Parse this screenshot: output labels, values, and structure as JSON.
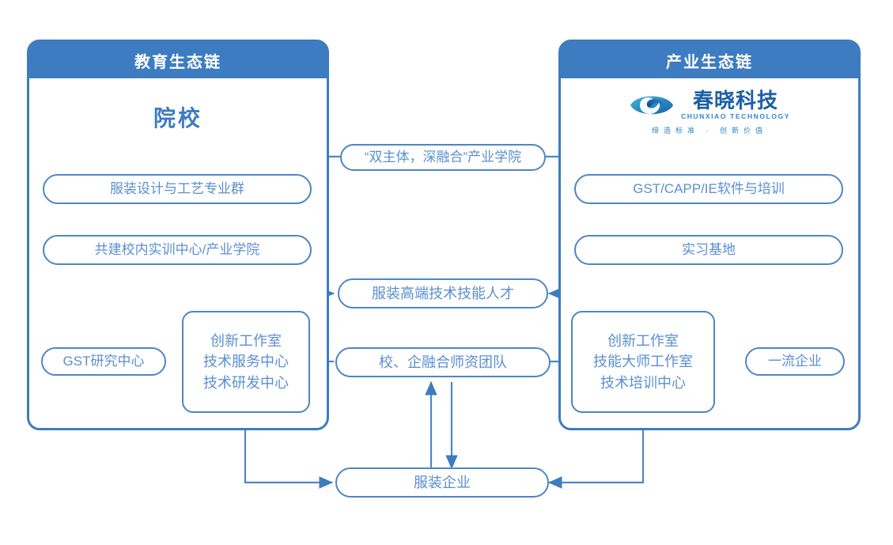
{
  "diagram": {
    "title_left": "教育生态链",
    "title_right": "产业生态链",
    "left_section_title": "院校",
    "accent_color": "#3d7cc0",
    "node_border_color": "#4e86c6",
    "node_text_color": "#5b8fd0"
  },
  "logo": {
    "name_cn": "春晓科技",
    "name_en": "CHUNXIAO TECHNOLOGY",
    "tagline": "缔造标准 · 创新价值"
  },
  "nodes": {
    "bridge_top": "“双主体，深融合”产业学院",
    "left_1": "服装设计与工艺专业群",
    "left_2": "共建校内实训中心/产业学院",
    "right_1": "GST/CAPP/IE软件与培训",
    "right_2": "实习基地",
    "center_talent": "服装高端技术技能人才",
    "gst_center": "GST研究中心",
    "left_box_lines": [
      "创新工作室",
      "技术服务中心",
      "技术研发中心"
    ],
    "center_faculty": "校、企融合师资团队",
    "right_box_lines": [
      "创新工作室",
      "技能大师工作室",
      "技术培训中心"
    ],
    "top_enterprise": "一流企业",
    "bottom_enterprise": "服装企业"
  }
}
